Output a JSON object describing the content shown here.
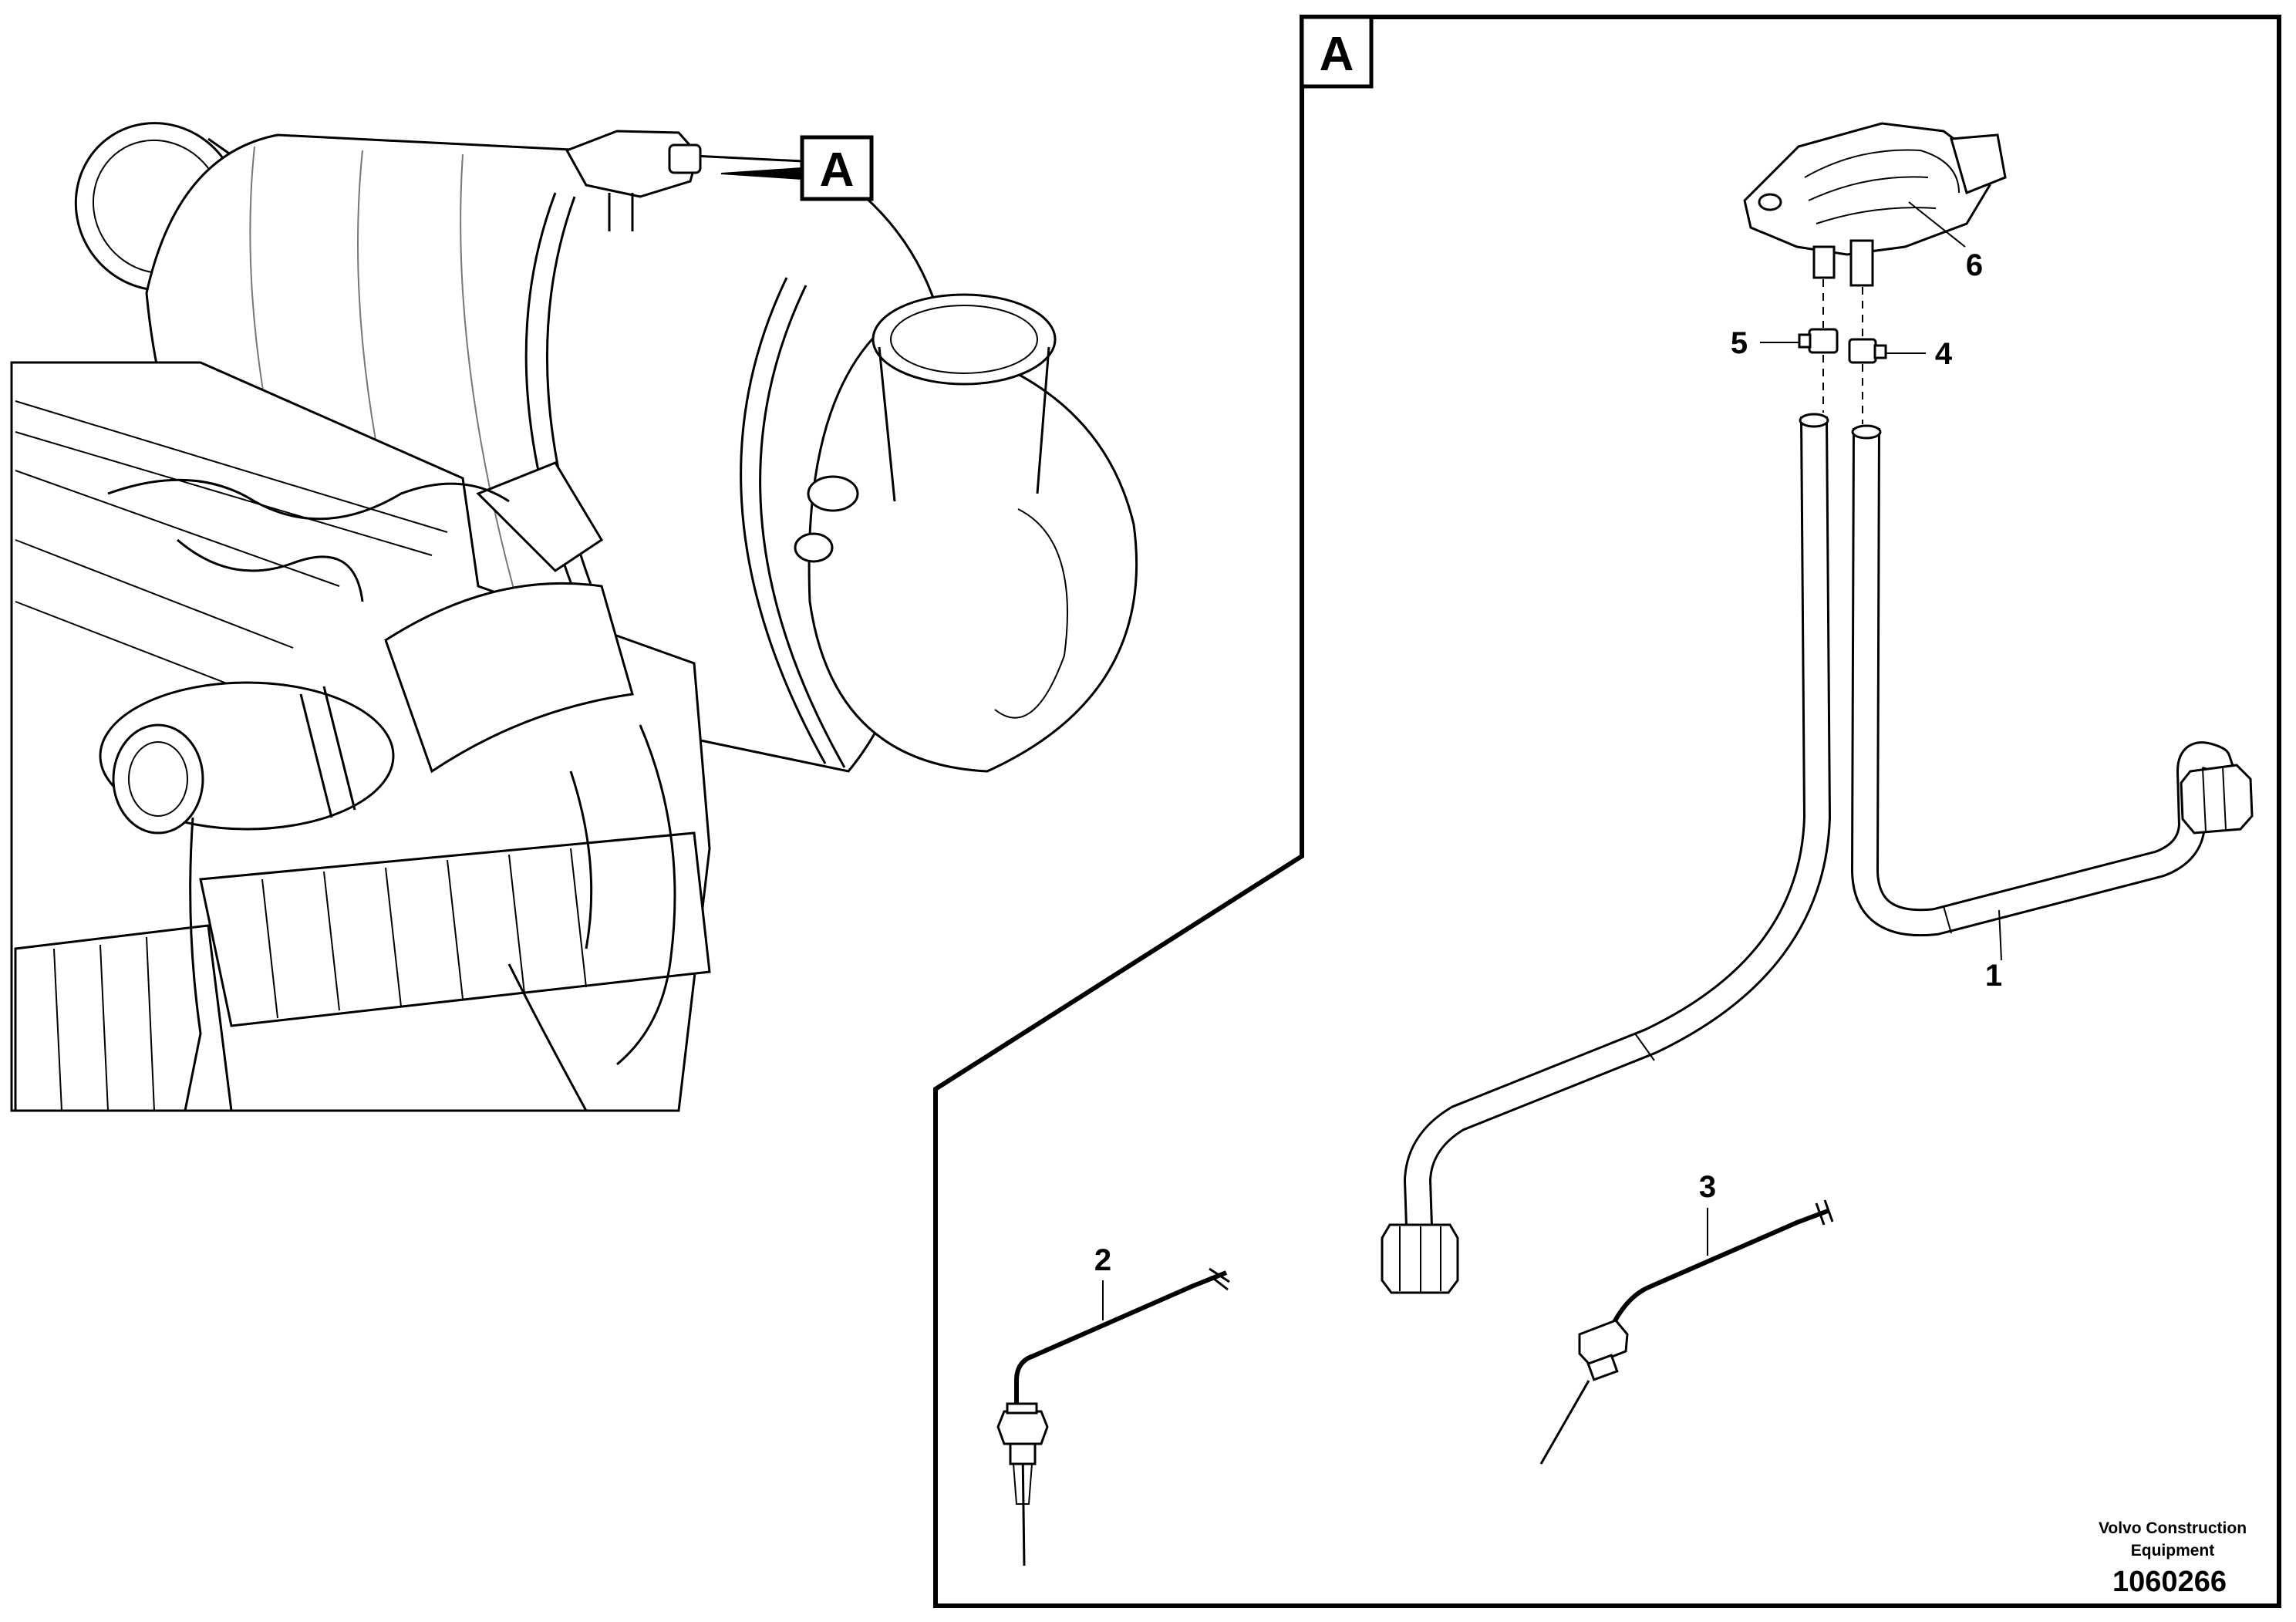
{
  "overview": {
    "view_callout_letter": "A"
  },
  "detail_view": {
    "view_letter": "A",
    "callouts": [
      {
        "id": "1",
        "part": "pipe"
      },
      {
        "id": "2",
        "part": "temperature-sensor"
      },
      {
        "id": "3",
        "part": "temperature-sensor"
      },
      {
        "id": "4",
        "part": "hose-clamp"
      },
      {
        "id": "5",
        "part": "hose-clamp"
      },
      {
        "id": "6",
        "part": "pressure-sensor"
      }
    ]
  },
  "footer": {
    "brand_line1": "Volvo Construction",
    "brand_line2": "Equipment",
    "document_number": "1060266"
  }
}
